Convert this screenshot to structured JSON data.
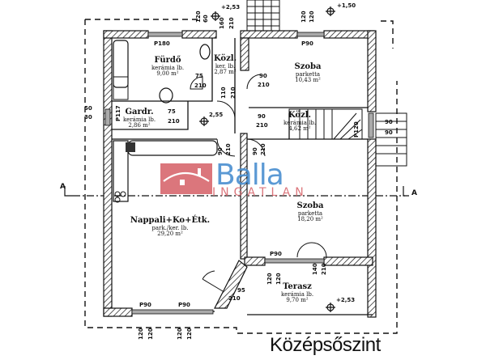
{
  "title": "Középsőszint",
  "logo": {
    "name": "Balla",
    "subtitle": "INGATLAN",
    "house_color": "#d8686e",
    "text_color": "#4a8fd0"
  },
  "section_marker": "A",
  "rooms": [
    {
      "name": "Fürdő",
      "material": "kerámia lb.",
      "area": "9,00 m²"
    },
    {
      "name": "Közl.",
      "material": "ker. lb.",
      "area": "2,87 m²"
    },
    {
      "name": "Szoba",
      "material": "parketta",
      "area": "10,43 m²"
    },
    {
      "name": "Gardr.",
      "material": "kerámia lb.",
      "area": "2,86 m²"
    },
    {
      "name": "Közl.",
      "material": "kerámia lb.",
      "area": "4,62 m²"
    },
    {
      "name": "Nappali+Ko+Étk.",
      "material": "park./ker. lb.",
      "area": "29,20 m²"
    },
    {
      "name": "Szoba",
      "material": "parketta",
      "area": "18,20 m²"
    },
    {
      "name": "Terasz",
      "material": "kerámia lb.",
      "area": "9,70 m²"
    }
  ],
  "levels": {
    "top_left": "+2,53",
    "top_right": "+1,50",
    "middle": "2,55",
    "terrace": "+2,53"
  },
  "windows": {
    "bath": "P180",
    "room_top": "P90",
    "gardr": "P117",
    "stair": "P120",
    "room_bottom": "P90",
    "living_1": "P90",
    "living_2": "P90"
  },
  "dims": {
    "d120": "120",
    "d60": "60",
    "d160": "160",
    "d210": "210",
    "d75": "75",
    "d110": "110",
    "d90": "90",
    "d50": "50",
    "d30": "30",
    "d140": "140",
    "d95": "95"
  }
}
